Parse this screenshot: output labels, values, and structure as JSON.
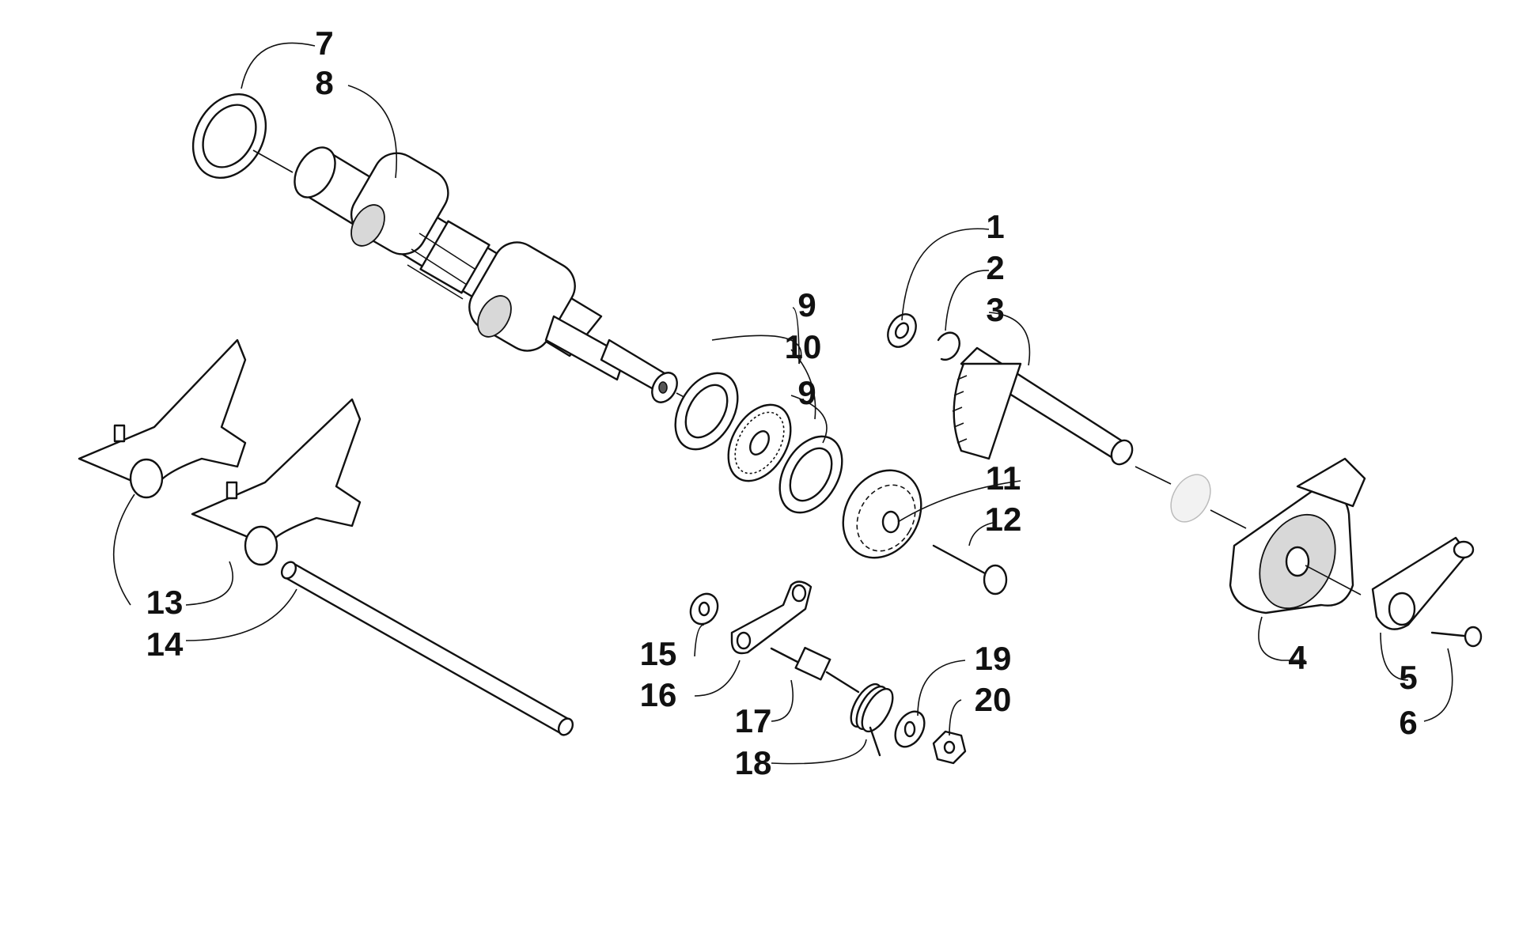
{
  "diagram": {
    "callouts": [
      "1",
      "2",
      "3",
      "4",
      "5",
      "6",
      "7",
      "8",
      "9",
      "10",
      "9",
      "11",
      "12",
      "13",
      "14",
      "15",
      "16",
      "17",
      "18",
      "19",
      "20"
    ],
    "part_icons": {
      "p1": "washer-icon",
      "p2": "snap-ring-icon",
      "p3": "shift-shaft-gear-sector-icon",
      "p4": "gear-position-switch-icon",
      "p5": "shift-lever-arm-icon",
      "p6": "bolt-icon",
      "p7": "washer-icon",
      "p8": "shift-drum-icon",
      "p9": "washer-icon",
      "p10": "thrust-bearing-icon",
      "p11": "drum-gear-icon",
      "p12": "bolt-icon",
      "p13": "shift-fork-icon",
      "p14": "shift-fork-shaft-icon",
      "p15": "washer-icon",
      "p16": "stopper-arm-icon",
      "p17": "stopper-bolt-icon",
      "p18": "torsion-spring-icon",
      "p19": "washer-icon",
      "p20": "nut-icon"
    }
  }
}
